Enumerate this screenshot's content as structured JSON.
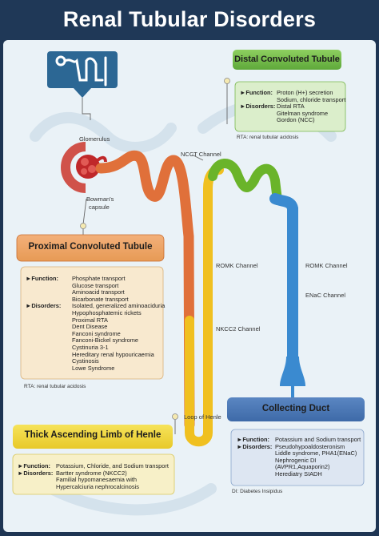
{
  "title": "Renal Tubular Disorders",
  "colors": {
    "header": "#1f3857",
    "proximal": "#e0703a",
    "loop": "#f0c020",
    "distal": "#6ab42a",
    "collecting": "#3a8ad0",
    "glomerulus": "#c0282a"
  },
  "labels": {
    "glomerulus": "Glomerulus",
    "bowmans": "Bowman's",
    "capsule": "capsule",
    "ncct": "NCCT Channel",
    "romk1": "ROMK Channel",
    "romk2": "ROMK Channel",
    "enac": "ENaC Channel",
    "nkcc2": "NKCC2 Channel",
    "loop_henle": "Loop of Henle"
  },
  "dct": {
    "title": "Distal Convoluted Tubule",
    "function_label": "►Function:",
    "functions": [
      "Proton (H+) secretion",
      "Sodium, chloride transport"
    ],
    "disorders_label": "►Disorders:",
    "disorders": [
      "Distal RTA",
      "Gitelman syndrome",
      "Gordon (NCC)"
    ],
    "note": "RTA: renal tubular acidosis"
  },
  "pct": {
    "title": "Proximal Convoluted Tubule",
    "function_label": "►Function:",
    "functions": [
      "Phosphate transport",
      "Glucose transport",
      "Aminoacid transport",
      "Bicarbonate transport"
    ],
    "disorders_label": "►Disorders:",
    "disorders": [
      "Isolated, generalized aminoaciduria",
      "Hypophosphatemic rickets",
      "Proximal RTA",
      "Dent Disease",
      "Fanconi syndrome",
      "Fanconi-Bickel syndrome",
      "Cystinuria 3-1",
      "Hereditary renal hypouricaemia",
      "Cystinosis",
      "Lowe Syndrome"
    ],
    "note": "RTA: renal tubular acidosis"
  },
  "tal": {
    "title": "Thick Ascending Limb of Henle",
    "function_label": "►Function:",
    "functions": [
      "Potassium, Chloride, and Sodium transport"
    ],
    "disorders_label": "►Disorders:",
    "disorders": [
      "Bartter syndrome (NKCC2)",
      "Familial hypomanesaemia with",
      "Hypercalciuria nephrocalcinosis"
    ]
  },
  "cd": {
    "title": "Collecting Duct",
    "function_label": "►Function:",
    "functions": [
      "Potassium and Sodium transport"
    ],
    "disorders_label": "►Disorders:",
    "disorders": [
      "Pseudohypoaldosteronism",
      "Liddle syndrome, PHA1(ENaC)",
      "Nephrogenic DI",
      "(AVPR1,Aquaporin2)",
      "Herediatry SIADH"
    ],
    "note": "DI: Diabetes Insipidus"
  }
}
